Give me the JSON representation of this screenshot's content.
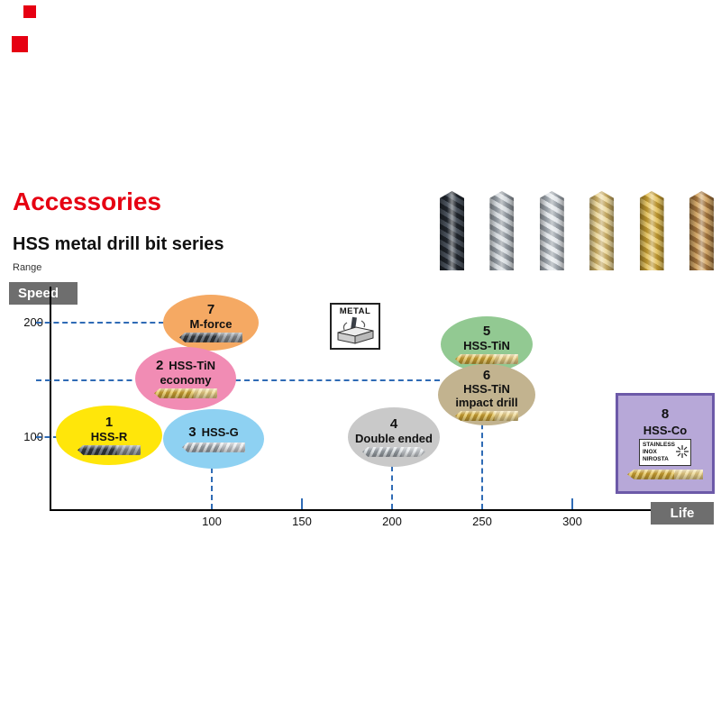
{
  "page": {
    "title": "Accessories",
    "subtitle": "HSS metal drill bit series",
    "range_label": "Range"
  },
  "chart": {
    "y_axis_label": "Speed",
    "x_axis_label": "Life",
    "y_ticks": [
      "200",
      "100"
    ],
    "x_ticks": [
      "100",
      "150",
      "200",
      "250",
      "300"
    ],
    "metal_icon_label": "METAL",
    "guide_line_color": "#2f6bb5"
  },
  "products": [
    {
      "num": "1",
      "name": "HSS-R",
      "color": "#ffe60a"
    },
    {
      "num": "2",
      "name": "HSS-TiN",
      "name2": "economy",
      "color": "#f18cb4"
    },
    {
      "num": "3",
      "name": "HSS-G",
      "color": "#8ed1f2"
    },
    {
      "num": "4",
      "name": "Double ended",
      "color": "#c9c9c9"
    },
    {
      "num": "5",
      "name": "HSS-TiN",
      "color": "#92c992"
    },
    {
      "num": "6",
      "name": "HSS-TiN",
      "name2": "impact drill",
      "color": "#c2b38f"
    },
    {
      "num": "7",
      "name": "M-force",
      "color": "#f5a963"
    },
    {
      "num": "8",
      "name": "HSS-Co",
      "color": "#b7a8d8"
    }
  ],
  "stainless_badge": [
    "STAINLESS",
    "INOX",
    "NIROSTA"
  ],
  "chart_data": {
    "type": "scatter",
    "title": "HSS metal drill bit series range",
    "xlabel": "Life",
    "ylabel": "Speed",
    "xlim": [
      0,
      350
    ],
    "ylim": [
      0,
      230
    ],
    "x_ticks": [
      100,
      150,
      200,
      250,
      300
    ],
    "y_ticks": [
      100,
      200
    ],
    "grid": false,
    "points": [
      {
        "label": "1 HSS-R",
        "life": 45,
        "speed": 100
      },
      {
        "label": "2 HSS-TiN economy",
        "life": 85,
        "speed": 150
      },
      {
        "label": "3 HSS-G",
        "life": 100,
        "speed": 100
      },
      {
        "label": "4 Double ended",
        "life": 200,
        "speed": 100
      },
      {
        "label": "5 HSS-TiN",
        "life": 250,
        "speed": 180
      },
      {
        "label": "6 HSS-TiN impact drill",
        "life": 250,
        "speed": 150
      },
      {
        "label": "7 M-force",
        "life": 100,
        "speed": 200
      },
      {
        "label": "8 HSS-Co",
        "life": 340,
        "speed": 100
      }
    ]
  }
}
